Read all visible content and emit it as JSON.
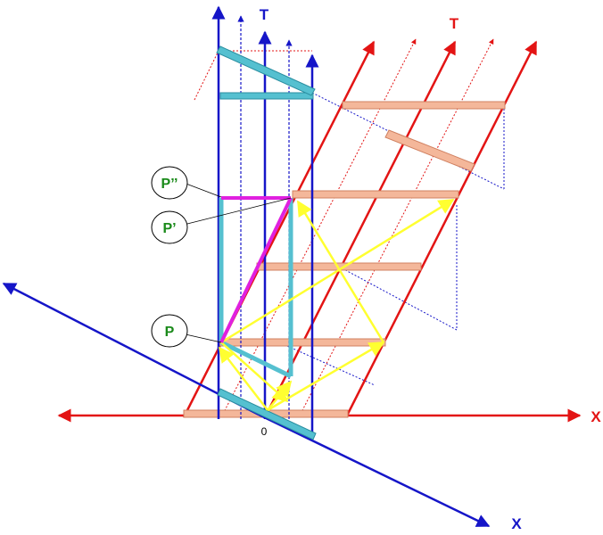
{
  "labels": {
    "blue_time_axis": "T",
    "red_time_axis": "T",
    "red_space_axis": "X",
    "blue_space_axis": "X",
    "origin": "0",
    "event_p": "P",
    "event_p_prime": "P’",
    "event_p_double_prime": "P’’"
  },
  "colors": {
    "blue": "#1515c8",
    "red": "#e31414",
    "cyan": "#55c0d0",
    "cyan_stroke": "#2a8ea0",
    "salmon": "#f4b79a",
    "salmon_stroke": "#d08060",
    "magenta": "#e020e0",
    "yellow": "#ffff30",
    "green_text": "#1a8a1a"
  }
}
